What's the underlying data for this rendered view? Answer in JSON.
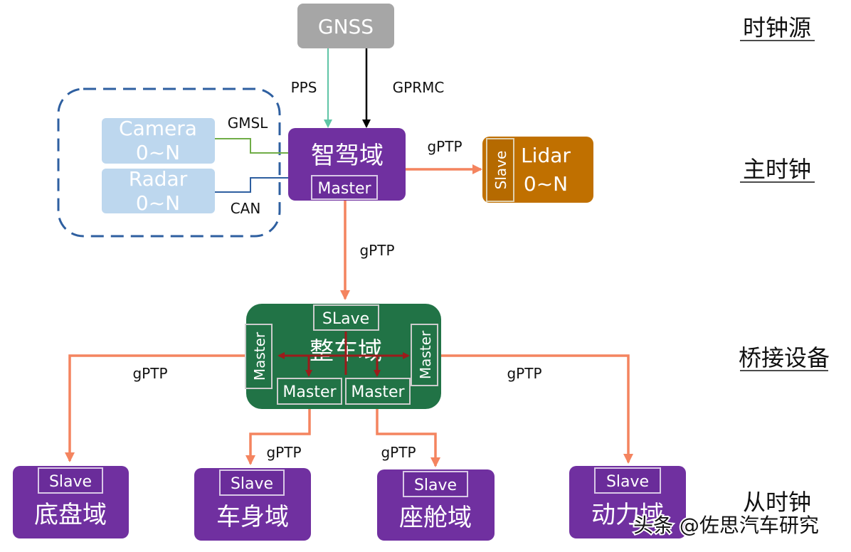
{
  "colors": {
    "gnss": "#a6a6a6",
    "purple": "#7030a0",
    "green": "#217346",
    "lidar": "#c07000",
    "sensor": "#bdd7ee",
    "gptp": "#f4845f",
    "pps": "#5fc5a6",
    "gmsl": "#70ad47",
    "can": "#2e5fa0",
    "internal": "#9b1b1b"
  },
  "gnss": {
    "label": "GNSS"
  },
  "links": {
    "pps": "PPS",
    "gprmc": "GPRMC",
    "gmsl": "GMSL",
    "can": "CAN",
    "gptp": "gPTP"
  },
  "sensors": {
    "camera": [
      "Camera",
      "0~N"
    ],
    "radar": [
      "Radar",
      "0~N"
    ]
  },
  "adas": {
    "label": "智驾域",
    "role": "Master"
  },
  "lidar": {
    "label": [
      "Lidar",
      "0~N"
    ],
    "role": "Slave"
  },
  "vehicle": {
    "label": "整车域",
    "top": "SLave",
    "left": "Master",
    "right": "Master",
    "bottom_left": "Master",
    "bottom_right": "Master"
  },
  "slaves": [
    {
      "label": "底盘域",
      "role": "Slave"
    },
    {
      "label": "车身域",
      "role": "Slave"
    },
    {
      "label": "座舱域",
      "role": "Slave"
    },
    {
      "label": "动力域",
      "role": "Slave"
    }
  ],
  "tiers": [
    "时钟源",
    "主时钟",
    "桥接设备",
    "从时钟"
  ],
  "watermark": "头条 @佐思汽车研究"
}
